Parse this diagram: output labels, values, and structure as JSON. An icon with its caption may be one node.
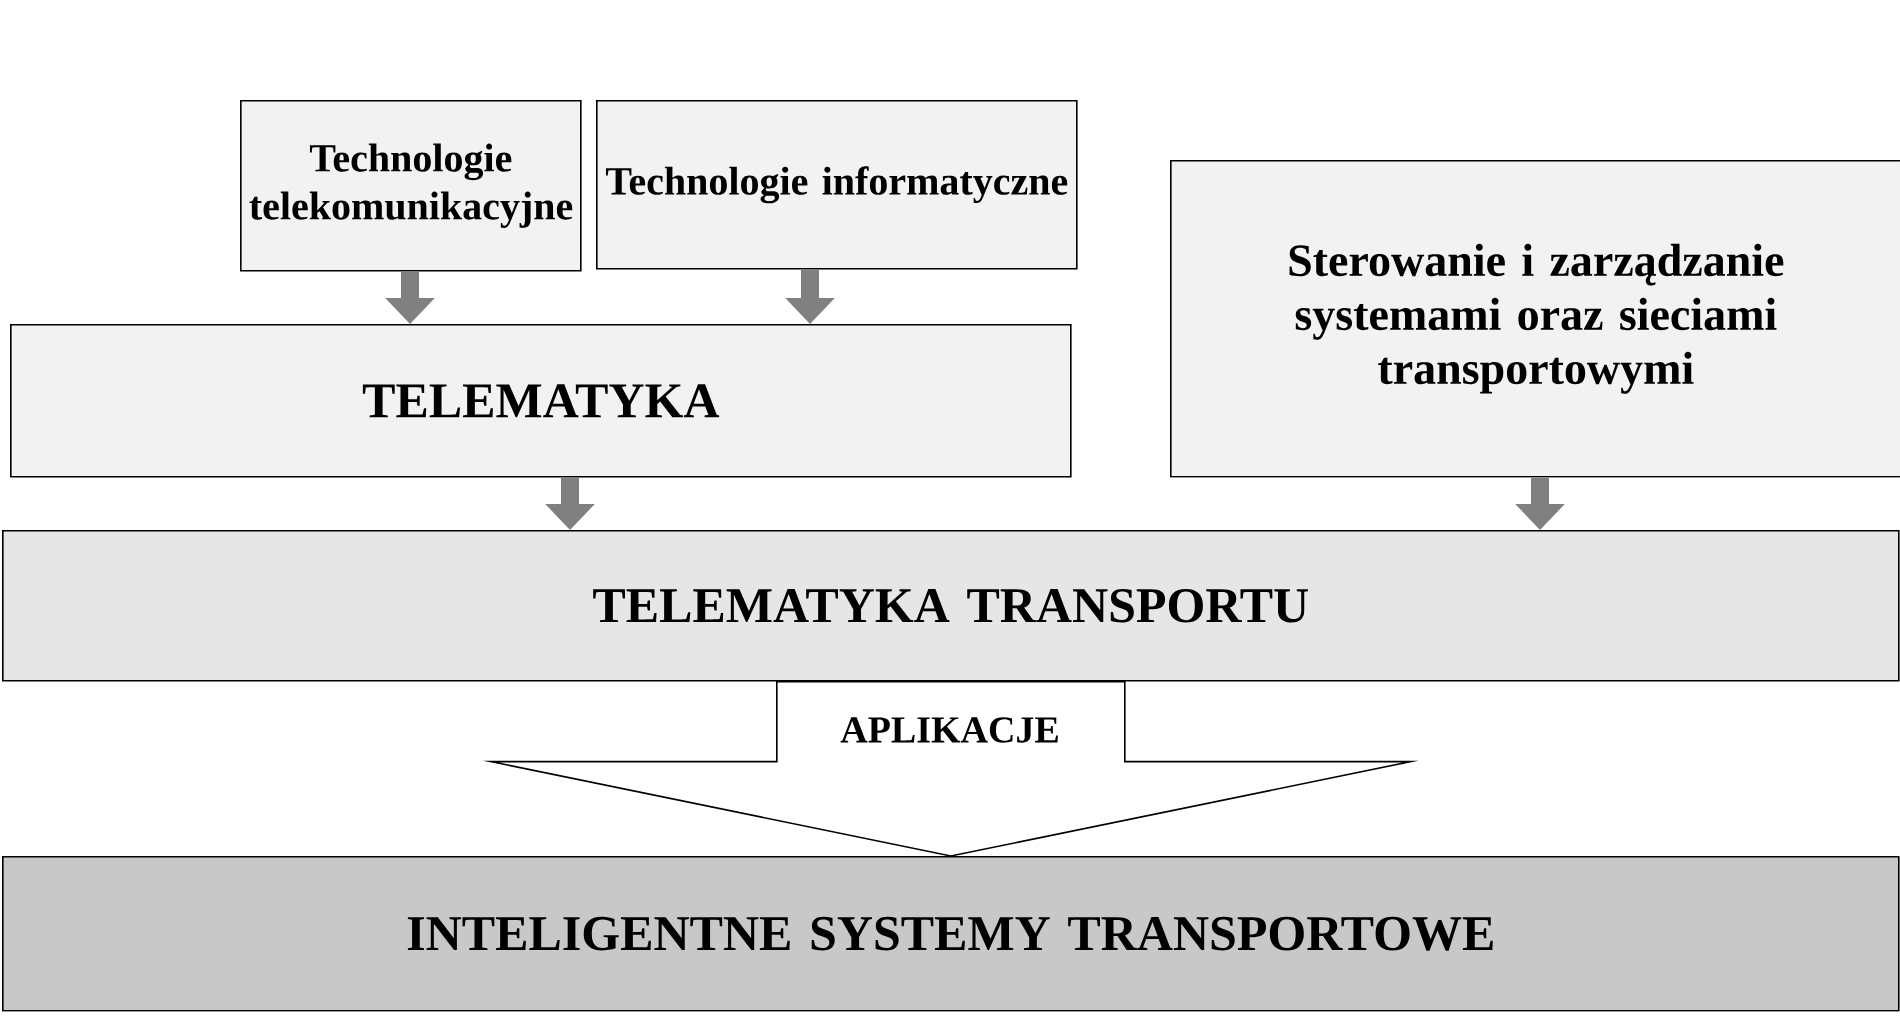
{
  "diagram": {
    "nodes": [
      {
        "text": [
          "Technologie telekomunikacyjne"
        ]
      },
      {
        "text": [
          "Technologie informatyczne"
        ]
      },
      {
        "text": [
          "TELEMATYKA"
        ]
      },
      {
        "text": [
          "Sterowanie i zarządzanie systemami oraz sieciami transportowymi"
        ]
      },
      {
        "text": [
          "TELEMATYKA TRANSPORTU"
        ]
      },
      {
        "text": [
          "INTELIGENTNE SYSTEMY TRANSPORTOWE"
        ]
      }
    ],
    "edges": [
      {
        "from": 0,
        "to": 2,
        "arrow": "to"
      },
      {
        "from": 1,
        "to": 2,
        "arrow": "to"
      },
      {
        "from": 2,
        "to": 4,
        "arrow": "to"
      },
      {
        "from": 3,
        "to": 4,
        "arrow": "to"
      },
      {
        "from": 4,
        "to": 5,
        "arrow": "to",
        "label": "APLIKACJE"
      }
    ]
  }
}
